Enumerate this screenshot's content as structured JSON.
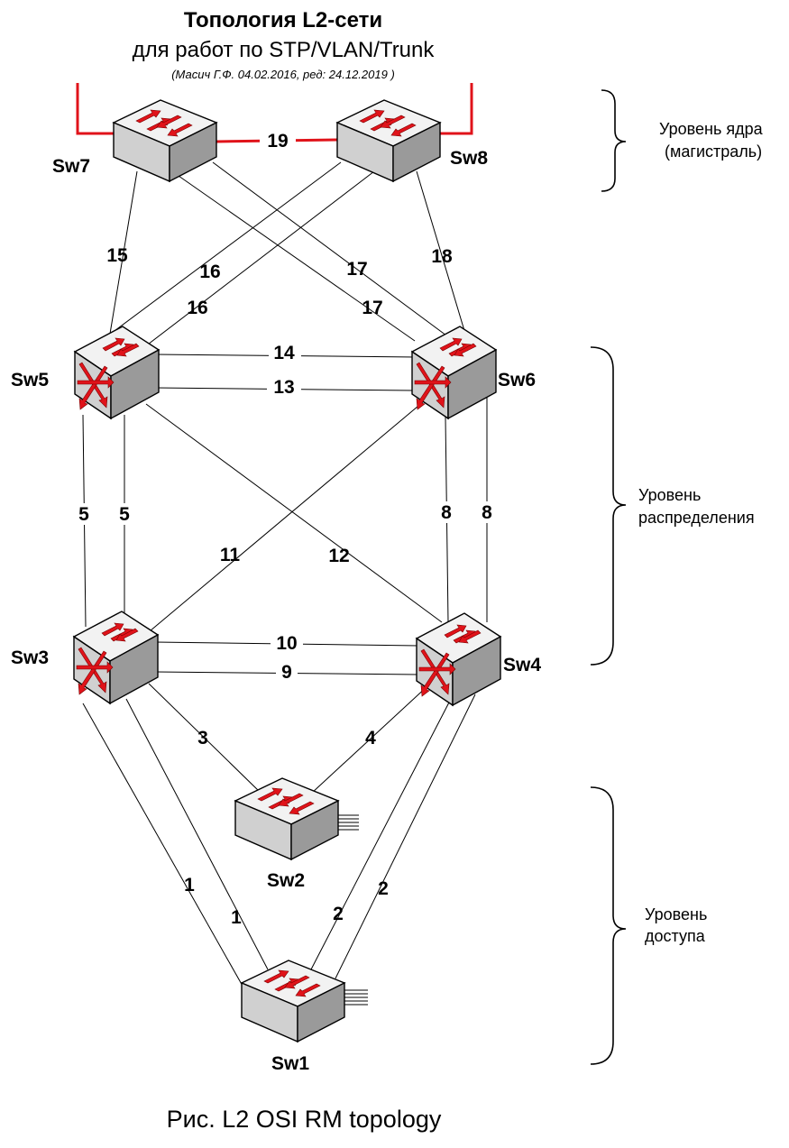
{
  "header": {
    "title": "Топология L2-сети",
    "subtitle": "для работ по STP/VLAN/Trunk",
    "author": "(Масич Г.Ф. 04.02.2016, ред: 24.12.2019 )"
  },
  "switches": {
    "sw1": "Sw1",
    "sw2": "Sw2",
    "sw3": "Sw3",
    "sw4": "Sw4",
    "sw5": "Sw5",
    "sw6": "Sw6",
    "sw7": "Sw7",
    "sw8": "Sw8"
  },
  "links": {
    "l19": "19",
    "l15": "15",
    "l16a": "16",
    "l16b": "16",
    "l17a": "17",
    "l17b": "17",
    "l18": "18",
    "l14": "14",
    "l13": "13",
    "l5a": "5",
    "l5b": "5",
    "l8a": "8",
    "l8b": "8",
    "l11": "11",
    "l12": "12",
    "l10": "10",
    "l9": "9",
    "l3": "3",
    "l4": "4",
    "l1a": "1",
    "l1b": "1",
    "l2a": "2",
    "l2b": "2"
  },
  "levels": {
    "core_line1": "Уровень ядра",
    "core_line2": "(магистраль)",
    "dist_line1": "Уровень",
    "dist_line2": "распределения",
    "access_line1": "Уровень",
    "access_line2": "доступа"
  },
  "caption": "Рис. L2 OSI RM topology",
  "colors": {
    "uplink": "#e0131a",
    "arrow": "#e0131a"
  }
}
